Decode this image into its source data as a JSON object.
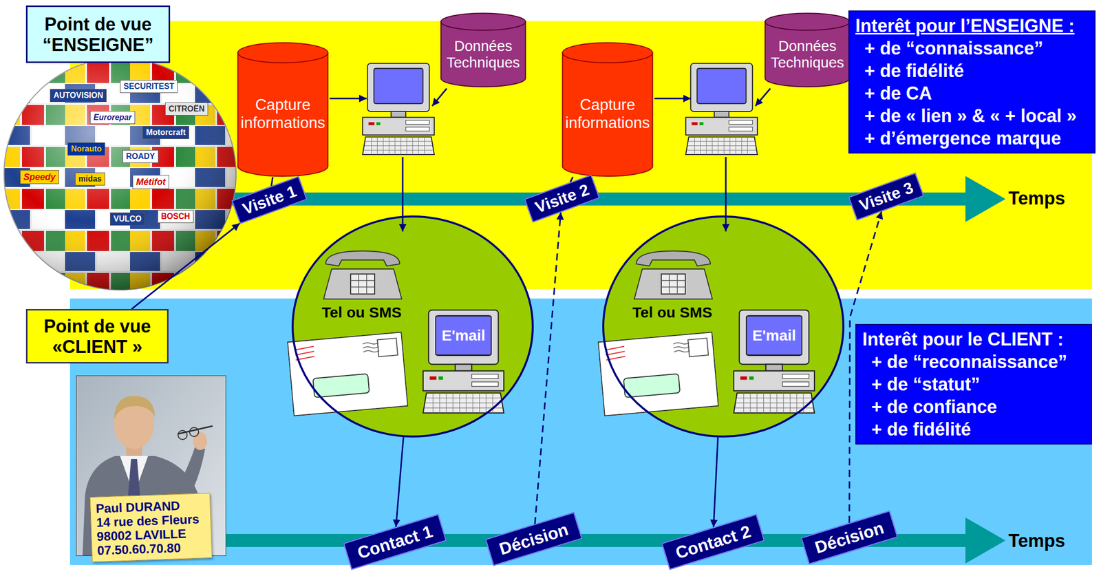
{
  "diagram": {
    "nodes": [
      {
        "text": [
          "Point de vue “ENSEIGNE”"
        ]
      },
      {
        "text": [
          "Capture informations"
        ]
      },
      {
        "text": [
          "Données Techniques"
        ]
      },
      {
        "text": [
          "Capture informations"
        ]
      },
      {
        "text": [
          "Données Techniques"
        ]
      },
      {
        "text": [
          "Interêt pour l’ENSEIGNE :",
          "+ de “connaissance”",
          "+ de fidélité",
          "+ de CA",
          "+ de « lien » & « + local »",
          "+ d’émergence marque"
        ]
      },
      {
        "text": [
          "Visite 1"
        ]
      },
      {
        "text": [
          "Visite 2"
        ]
      },
      {
        "text": [
          "Visite 3"
        ]
      },
      {
        "text": [
          "Tel ou SMS"
        ]
      },
      {
        "text": [
          "E'mail"
        ],
        "in": 9
      },
      {
        "text": [
          "Tel ou SMS"
        ]
      },
      {
        "text": [
          "E'mail"
        ],
        "in": 11
      },
      {
        "text": [
          "Point de vue «CLIENT »"
        ]
      },
      {
        "text": [
          "Interêt pour le CLIENT :",
          "+ de “reconnaissance”",
          "+ de “statut”",
          "+ de confiance",
          "+ de fidélité"
        ]
      },
      {
        "text": [
          "Paul DURAND",
          "14 rue des Fleurs",
          "98002 LAVILLE",
          "07.50.60.70.80"
        ]
      },
      {
        "text": [
          "Contact 1"
        ]
      },
      {
        "text": [
          "Décision"
        ]
      },
      {
        "text": [
          "Contact 2"
        ]
      },
      {
        "text": [
          "Décision"
        ]
      }
    ],
    "edges": [
      {
        "from": 13,
        "to": 6,
        "arrow": "to"
      },
      {
        "from": 6,
        "to": 1,
        "arrow": "none"
      },
      {
        "from": 9,
        "to": 16,
        "arrow": "to"
      },
      {
        "from": 17,
        "to": 7,
        "arrow": "to"
      },
      {
        "from": 7,
        "to": 3,
        "arrow": "none"
      },
      {
        "from": 11,
        "to": 18,
        "arrow": "to"
      },
      {
        "from": 19,
        "to": 8,
        "arrow": "to"
      }
    ],
    "labels": [
      "Temps",
      "Temps",
      "AUTOVISION",
      "SECURITEST",
      "CITROËN",
      "Eurorepar",
      "Motorcraft",
      "Norauto",
      "ROADY",
      "Speedy",
      "midas",
      "Métifot",
      "VULCO",
      "BOSCH"
    ]
  }
}
